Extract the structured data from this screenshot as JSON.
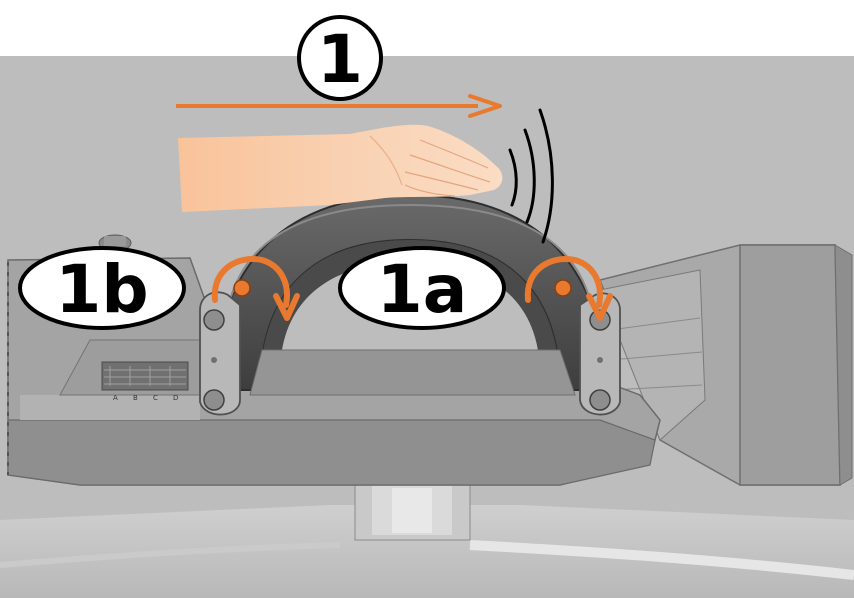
{
  "step": {
    "number": "1"
  },
  "callouts": {
    "left": "1b",
    "center": "1a"
  },
  "rail_scale": {
    "letters": [
      "A",
      "B",
      "C",
      "D"
    ]
  },
  "colors": {
    "accent": "#E8792F",
    "background": "#BDBDBD",
    "device_body": "#9A9A9A",
    "device_dark": "#555555",
    "skin": "#F7C9A4",
    "outline": "#000000"
  },
  "icons": {
    "step_marker": "circled-number",
    "direction": "arrow-right-icon",
    "rotation": "rotate-clockwise-icon",
    "hand": "hand-icon",
    "motion": "motion-lines-icon"
  }
}
